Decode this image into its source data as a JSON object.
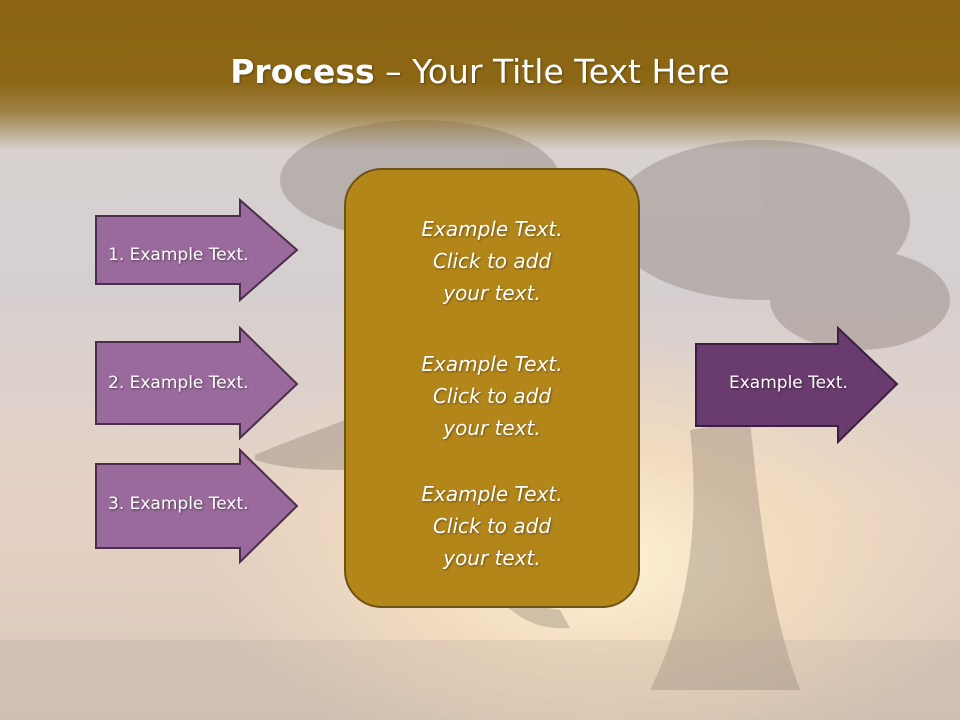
{
  "title": {
    "bold": "Process",
    "rest": " – Your Title Text Here"
  },
  "left_arrows": [
    {
      "label": "1. Example Text."
    },
    {
      "label": "2. Example Text."
    },
    {
      "label": "3. Example Text."
    }
  ],
  "center_box": {
    "blocks": [
      {
        "line1": "Example Text.",
        "line2": "Click  to add",
        "line3": "your text."
      },
      {
        "line1": "Example Text.",
        "line2": "Click  to add",
        "line3": "your text."
      },
      {
        "line1": "Example Text.",
        "line2": "Click  to add",
        "line3": "your text."
      }
    ]
  },
  "right_arrow": {
    "label": "Example Text."
  },
  "colors": {
    "title_bar": "#8a6412",
    "left_arrow_fill": "#9a6a9c",
    "right_arrow_fill": "#6a3b6e",
    "center_box_fill": "#b3861a"
  }
}
